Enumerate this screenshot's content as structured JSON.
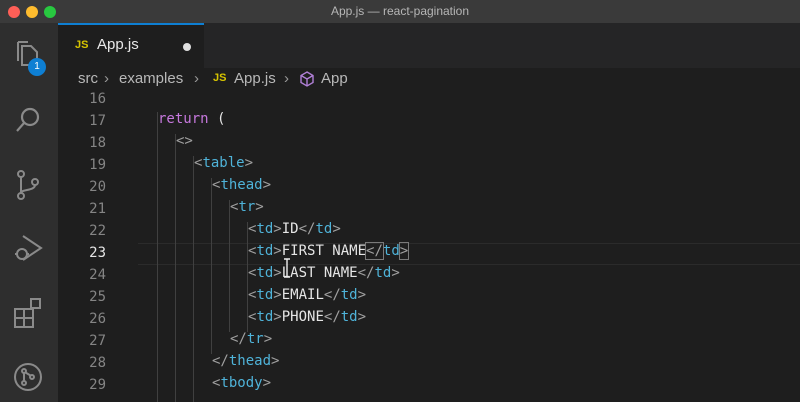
{
  "window": {
    "title": "App.js — react-pagination"
  },
  "activity_bar": {
    "items": [
      {
        "icon": "files-icon",
        "badge": "1"
      },
      {
        "icon": "search-icon"
      },
      {
        "icon": "source-control-icon"
      },
      {
        "icon": "run-debug-icon"
      },
      {
        "icon": "extensions-icon"
      },
      {
        "icon": "git-graph-icon"
      }
    ]
  },
  "tab": {
    "icon_text": "JS",
    "label": "App.js",
    "modified": true
  },
  "breadcrumb": {
    "parts": [
      "src",
      "examples",
      "App.js",
      "App"
    ],
    "file_icon_text": "JS"
  },
  "editor": {
    "current_line": 23,
    "lines": [
      {
        "n": "16",
        "code": ""
      },
      {
        "n": "17",
        "code": "return ("
      },
      {
        "n": "18",
        "code": "<>"
      },
      {
        "n": "19",
        "code": "<table>"
      },
      {
        "n": "20",
        "code": "<thead>"
      },
      {
        "n": "21",
        "code": "<tr>"
      },
      {
        "n": "22",
        "code": "<td>ID</td>"
      },
      {
        "n": "23",
        "code": "<td>FIRST NAME</td>"
      },
      {
        "n": "24",
        "code": "<td>LAST NAME</td>"
      },
      {
        "n": "25",
        "code": "<td>EMAIL</td>"
      },
      {
        "n": "26",
        "code": "<td>PHONE</td>"
      },
      {
        "n": "27",
        "code": "</tr>"
      },
      {
        "n": "28",
        "code": "</thead>"
      },
      {
        "n": "29",
        "code": "<tbody>"
      }
    ]
  },
  "colors": {
    "accent": "#0e7fd3",
    "keyword": "#c678dd",
    "tag": "#4fb3d9",
    "js_icon": "#d7c400"
  }
}
